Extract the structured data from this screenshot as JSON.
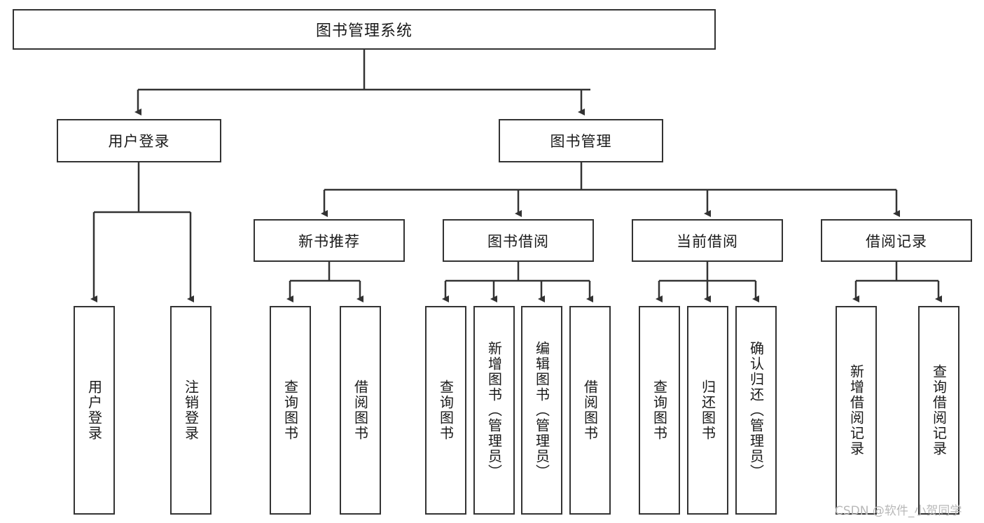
{
  "diagram": {
    "title": "图书管理系统",
    "type": "tree-hierarchy-chart",
    "orientation": "top-down",
    "box_border_color": "#333333",
    "box_fill_color": "#ffffff",
    "background_color": "#ffffff"
  },
  "root": {
    "label": "图书管理系统"
  },
  "level1": [
    {
      "label": "用户登录"
    },
    {
      "label": "图书管理"
    }
  ],
  "level2": [
    {
      "label": "新书推荐"
    },
    {
      "label": "图书借阅"
    },
    {
      "label": "当前借阅"
    },
    {
      "label": "借阅记录"
    }
  ],
  "leaves": {
    "user_login": [
      {
        "label": "用户登录"
      },
      {
        "label": "注销登录"
      }
    ],
    "new_book": [
      {
        "label": "查询图书"
      },
      {
        "label": "借阅图书"
      }
    ],
    "book_borrow": [
      {
        "label": "查询图书"
      },
      {
        "label": "新增图书（管理员）"
      },
      {
        "label": "编辑图书（管理员）"
      },
      {
        "label": "借阅图书"
      }
    ],
    "current_borrow": [
      {
        "label": "查询图书"
      },
      {
        "label": "归还图书"
      },
      {
        "label": "确认归还（管理员）"
      }
    ],
    "borrow_record": [
      {
        "label": "新增借阅记录"
      },
      {
        "label": "查询借阅记录"
      }
    ]
  },
  "watermark": {
    "text": "CSDN @软件_小贺同学"
  }
}
